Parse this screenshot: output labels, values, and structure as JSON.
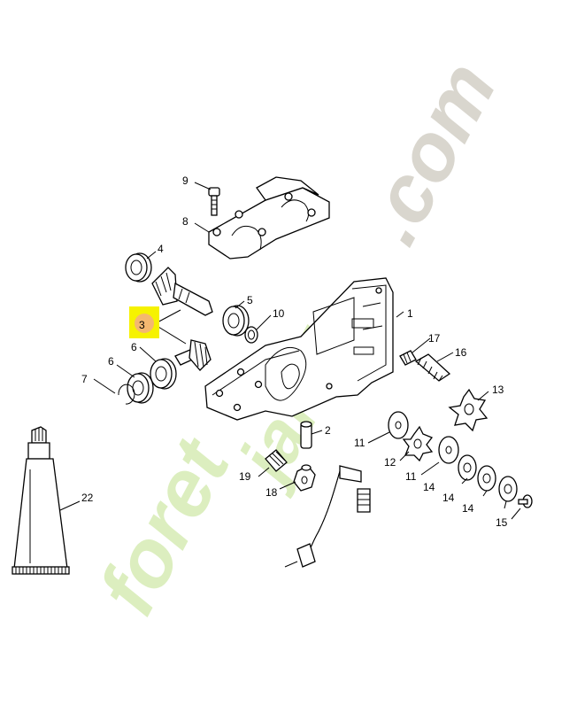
{
  "watermark": {
    "text_foret": "foret",
    "text_jardin": "jardin",
    "text_com": ".com",
    "color_green": "#d6ecb4",
    "color_gray": "#d3cfc6"
  },
  "highlight_color": "#f6f200",
  "callouts": [
    {
      "id": "c1",
      "label": "1"
    },
    {
      "id": "c2",
      "label": "2"
    },
    {
      "id": "c3",
      "label": "3"
    },
    {
      "id": "c4",
      "label": "4"
    },
    {
      "id": "c5",
      "label": "5"
    },
    {
      "id": "c6a",
      "label": "6"
    },
    {
      "id": "c6b",
      "label": "6"
    },
    {
      "id": "c7",
      "label": "7"
    },
    {
      "id": "c8",
      "label": "8"
    },
    {
      "id": "c9",
      "label": "9"
    },
    {
      "id": "c10",
      "label": "10"
    },
    {
      "id": "c11a",
      "label": "11"
    },
    {
      "id": "c11b",
      "label": "11"
    },
    {
      "id": "c12",
      "label": "12"
    },
    {
      "id": "c13",
      "label": "13"
    },
    {
      "id": "c14a",
      "label": "14"
    },
    {
      "id": "c14b",
      "label": "14"
    },
    {
      "id": "c14c",
      "label": "14"
    },
    {
      "id": "c15",
      "label": "15"
    },
    {
      "id": "c16",
      "label": "16"
    },
    {
      "id": "c17",
      "label": "17"
    },
    {
      "id": "c18",
      "label": "18"
    },
    {
      "id": "c19",
      "label": "19"
    },
    {
      "id": "c22",
      "label": "22"
    }
  ]
}
